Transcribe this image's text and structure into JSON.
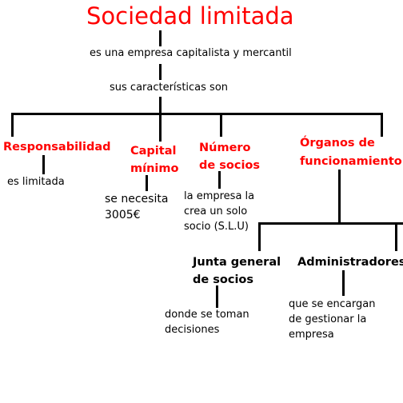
{
  "title": "Sociedad limitada",
  "subtitle": "es una empresa capitalista y mercantil",
  "intro": "sus características son",
  "categories": [
    {
      "label_lines": [
        "Responsabilidad"
      ],
      "detail_lines": [
        "es limitada"
      ]
    },
    {
      "label_lines": [
        "Capital",
        "mínimo"
      ],
      "detail_lines": [
        "se necesita",
        "3005€"
      ]
    },
    {
      "label_lines": [
        "Número",
        "de socios"
      ],
      "detail_lines": [
        "la empresa la",
        "crea un solo",
        "socio (S.L.U)"
      ]
    },
    {
      "label_lines": [
        "Órganos de",
        "funcionamiento"
      ]
    }
  ],
  "organs": [
    {
      "label_lines": [
        "Junta general",
        "de socios"
      ],
      "detail_lines": [
        "donde se toman",
        "decisiones"
      ]
    },
    {
      "label_lines": [
        "Administradores"
      ],
      "detail_lines": [
        "que se encargan",
        "de gestionar la",
        "empresa"
      ]
    }
  ],
  "colors": {
    "heading": "#ff0000",
    "text": "#000000",
    "line": "#000000",
    "background": "#ffffff"
  }
}
